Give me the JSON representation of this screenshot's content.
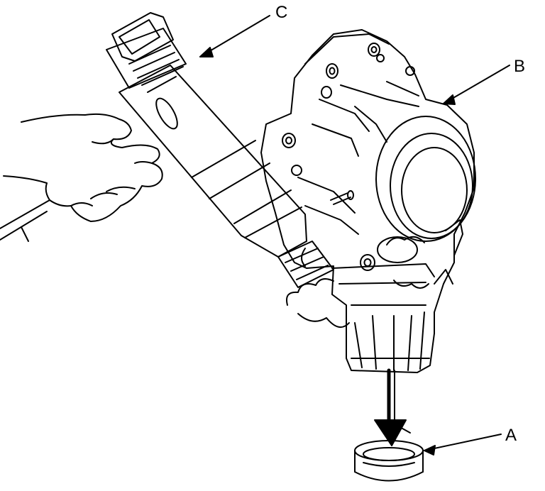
{
  "callouts": {
    "a": "A",
    "b": "B",
    "c": "C"
  },
  "colors": {
    "line": "#000000",
    "background": "#ffffff"
  }
}
